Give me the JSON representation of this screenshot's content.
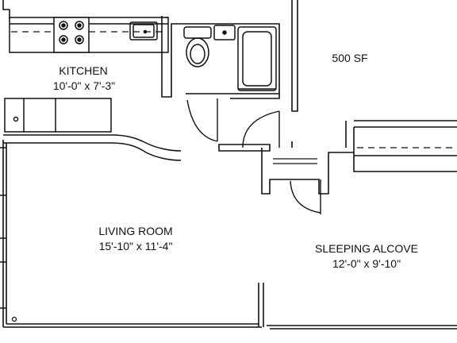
{
  "plan": {
    "area": "500 SF",
    "rooms": [
      {
        "id": "kitchen",
        "name": "KITCHEN",
        "dimensions": "10'-0\" x 7'-3\""
      },
      {
        "id": "living",
        "name": "LIVING ROOM",
        "dimensions": "15'-10\" x 11'-4\""
      },
      {
        "id": "alcove",
        "name": "SLEEPING ALCOVE",
        "dimensions": "12'-0\" x 9'-10\""
      }
    ]
  },
  "colors": {
    "line": "#111111",
    "fill": "#ffffff",
    "dash": "#222222"
  },
  "symbols": [
    "stove-icon",
    "sink-icon",
    "toilet-icon",
    "bathtub-icon",
    "closet-rod-icon",
    "door-swing-icon",
    "counter-icon"
  ]
}
